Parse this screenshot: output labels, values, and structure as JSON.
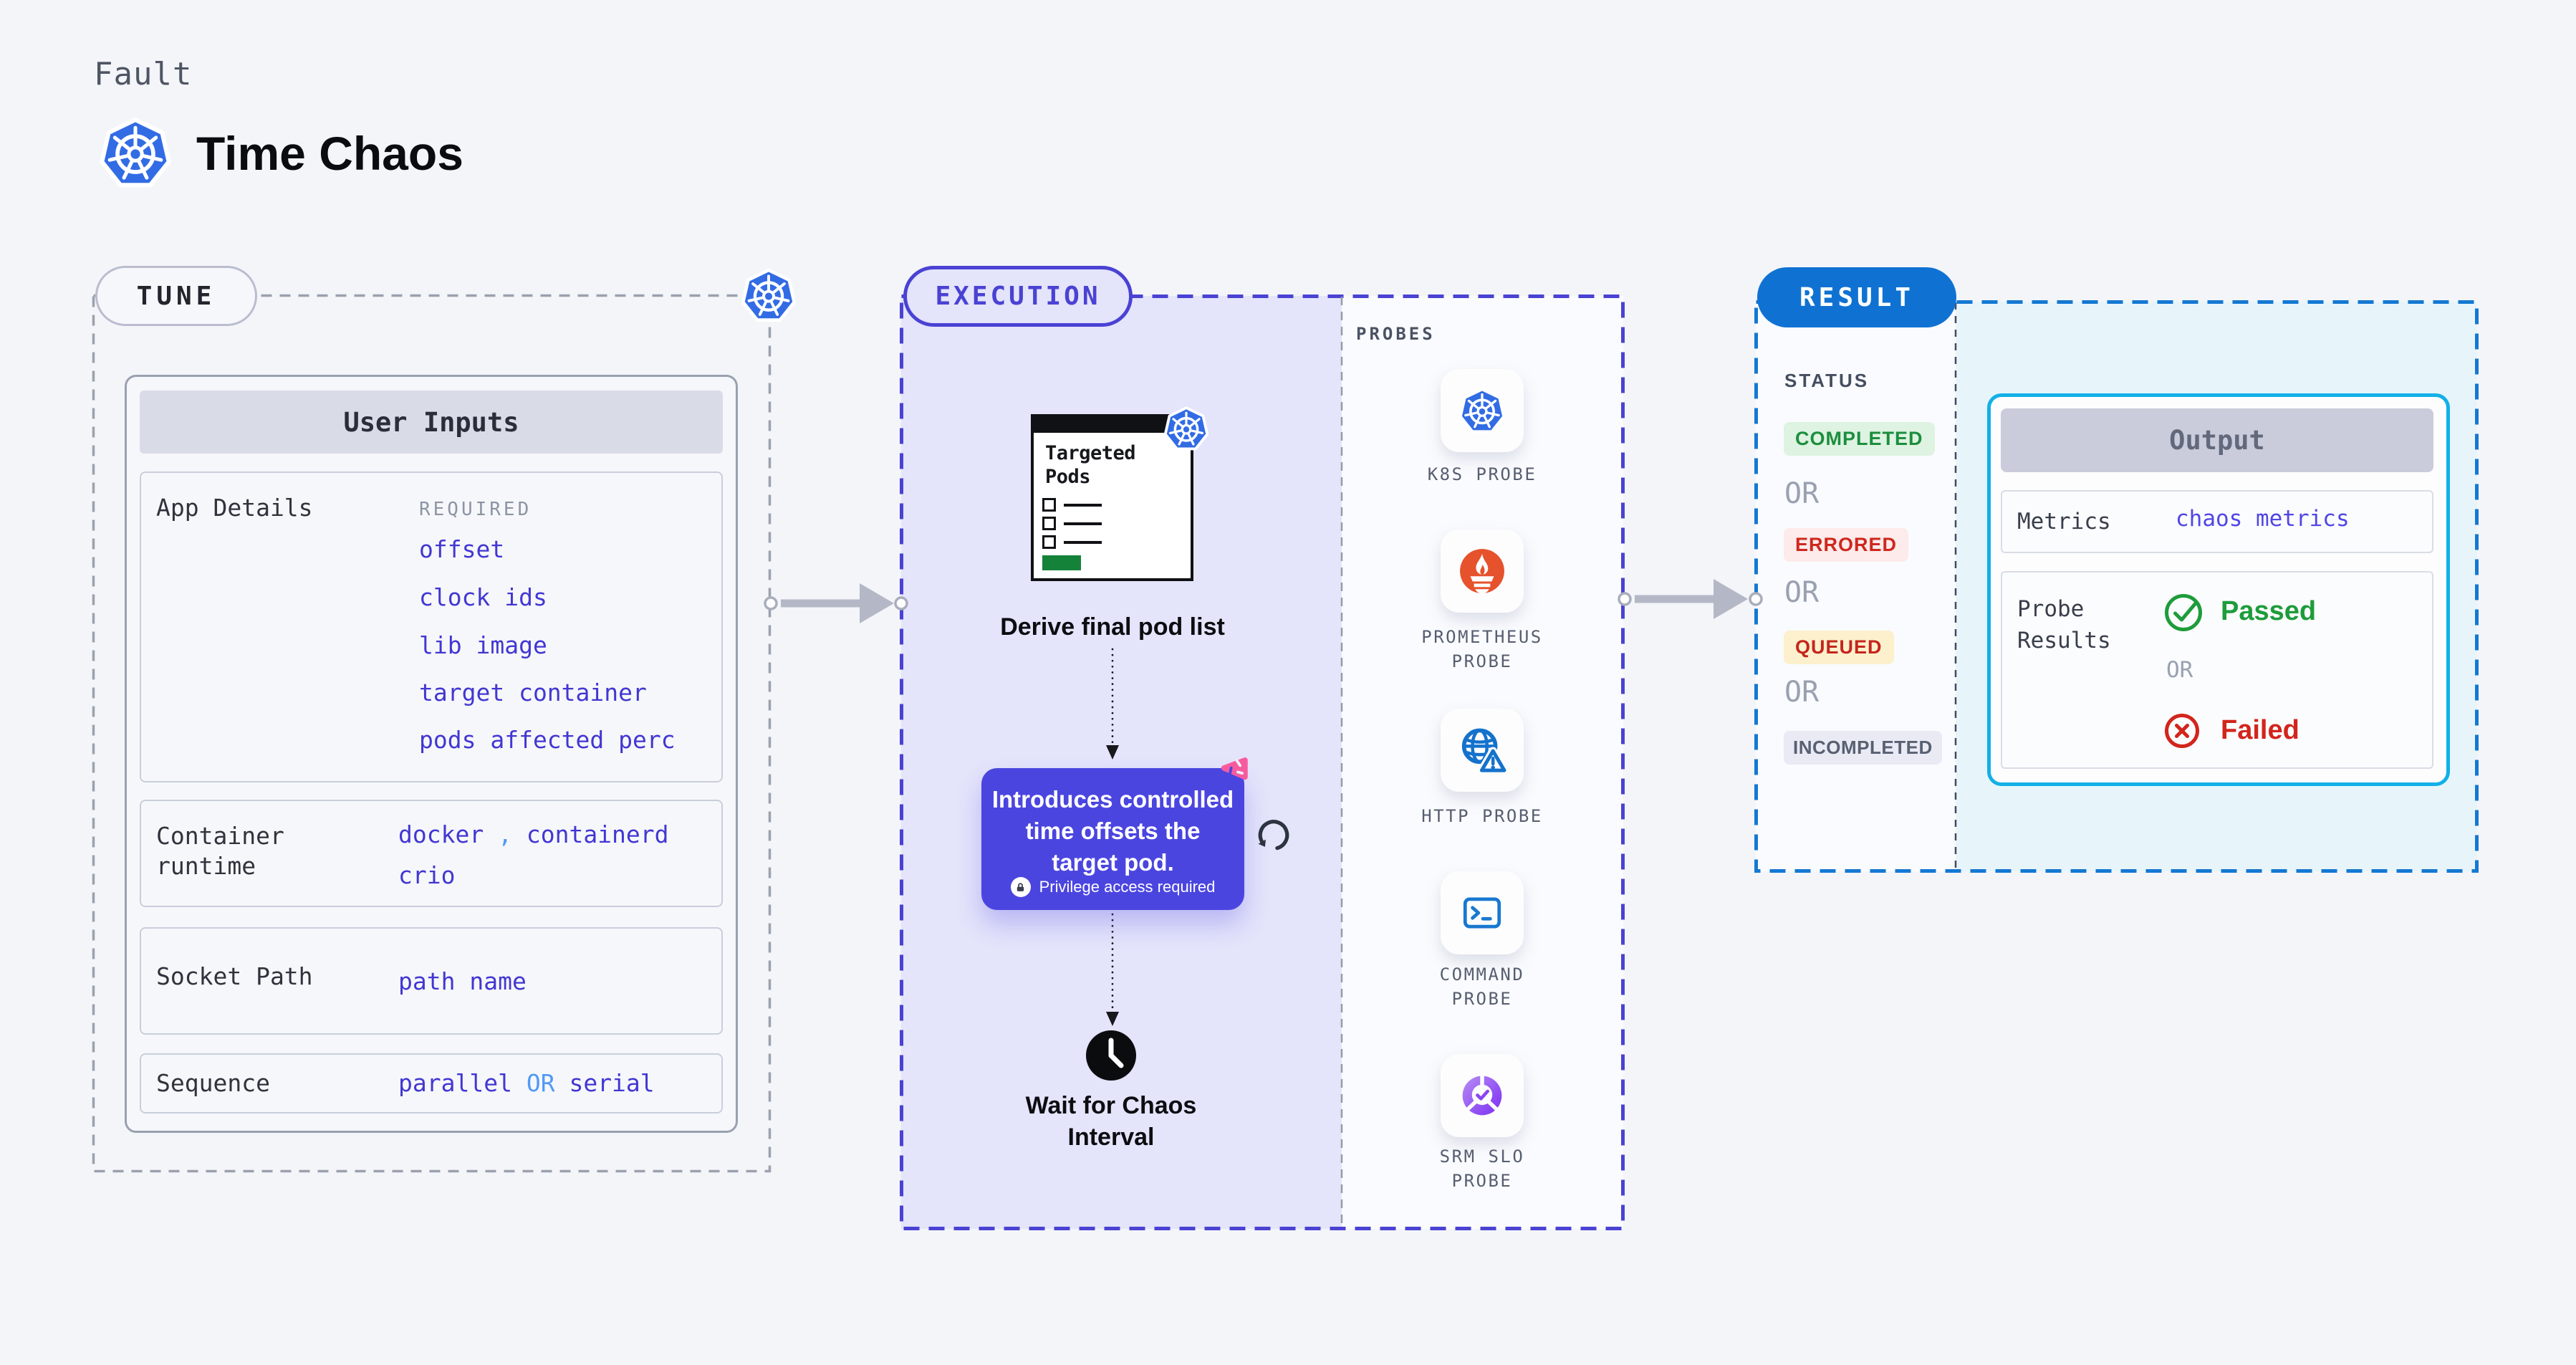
{
  "header": {
    "eyebrow": "Fault",
    "title": "Time Chaos"
  },
  "tune": {
    "pill": "TUNE",
    "panel_title": "User Inputs",
    "app_details": {
      "label": "App Details",
      "note": "REQUIRED",
      "values": [
        "offset",
        "clock ids",
        "lib image",
        "target container",
        "pods affected perc"
      ]
    },
    "container_runtime": {
      "label_line1": "Container",
      "label_line2": "runtime",
      "value1": "docker",
      "separator": ",",
      "value2": "containerd",
      "value3": "crio"
    },
    "socket_path": {
      "label": "Socket Path",
      "value": "path name"
    },
    "sequence": {
      "label": "Sequence",
      "value1": "parallel",
      "or": "OR",
      "value2": "serial"
    }
  },
  "execution": {
    "pill": "EXECUTION",
    "targeted_pods": {
      "title_line1": "Targeted",
      "title_line2": "Pods"
    },
    "derive_caption": "Derive final pod list",
    "action": {
      "line1": "Introduces controlled",
      "line2": "time offsets the",
      "line3": "target pod.",
      "badge": "Privilege access required"
    },
    "wait_caption_line1": "Wait for Chaos",
    "wait_caption_line2": "Interval",
    "probes": {
      "title": "PROBES",
      "items": [
        {
          "icon": "kubernetes-icon",
          "label_line1": "K8S PROBE",
          "label_line2": ""
        },
        {
          "icon": "prometheus-icon",
          "label_line1": "PROMETHEUS",
          "label_line2": "PROBE"
        },
        {
          "icon": "http-globe-warning-icon",
          "label_line1": "HTTP PROBE",
          "label_line2": ""
        },
        {
          "icon": "command-terminal-icon",
          "label_line1": "COMMAND",
          "label_line2": "PROBE"
        },
        {
          "icon": "srm-slo-icon",
          "label_line1": "SRM SLO",
          "label_line2": "PROBE"
        }
      ]
    }
  },
  "result": {
    "pill": "RESULT",
    "status": {
      "title": "STATUS",
      "completed": "COMPLETED",
      "or1": "OR",
      "errored": "ERRORED",
      "or2": "OR",
      "queued": "QUEUED",
      "or3": "OR",
      "incompleted": "INCOMPLETED"
    },
    "output": {
      "title": "Output",
      "metrics_label": "Metrics",
      "metrics_value": "chaos metrics",
      "probe_results_line1": "Probe",
      "probe_results_line2": "Results",
      "passed": "Passed",
      "or": "OR",
      "failed": "Failed"
    }
  },
  "colors": {
    "page_bg": "#f4f5f9",
    "kubernetes_blue": "#326ce5",
    "value_indigo": "#4237d2",
    "accent_light_blue": "#509af5",
    "execution_indigo": "#4a42d3",
    "execution_fill": "#e4e4fb",
    "action_box_purple": "#4b45e0",
    "chaos_pink": "#f75b9e",
    "prometheus_orange": "#e6522c",
    "probe_blue": "#1472cc",
    "srm_purple": "#8b45f0",
    "result_blue": "#0f72d3",
    "result_dash_blue": "#1478d2",
    "result_fill_cyan": "#e7f5fb",
    "output_border_cyan": "#12b0e6",
    "passed_green": "#1e9c3b",
    "failed_red": "#d2251c",
    "queued_amber_bg": "#fcf0cd",
    "completed_green_bg": "#def3e1",
    "errored_red_bg": "#fcebea",
    "incompleted_gray_bg": "#e9eaf4"
  }
}
